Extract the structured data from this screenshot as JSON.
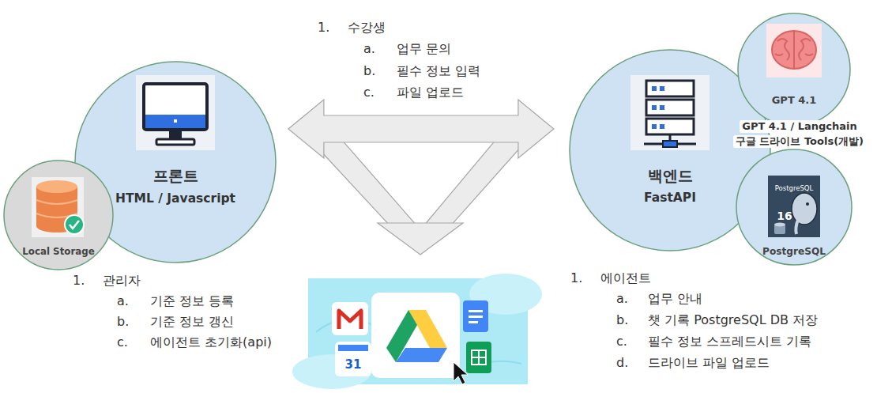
{
  "diagram": {
    "nodes": [
      {
        "text": [
          "프론트",
          "HTML / Javascript"
        ]
      },
      {
        "text": [
          "Local Storage"
        ]
      },
      {
        "text": [
          "백엔드",
          "FastAPI"
        ]
      },
      {
        "text": [
          "GPT 4.1"
        ]
      },
      {
        "text": [
          "PostgreSQL"
        ]
      }
    ],
    "edges": [
      {
        "from": 0,
        "to": 2,
        "arrow": "both"
      }
    ],
    "labels": [
      "1.",
      "수강생",
      "a.",
      "업무 문의",
      "b.",
      "필수 정보 입력",
      "c.",
      "파일 업로드",
      "GPT 4.1 / Langchain",
      "구글 드라이브 Tools(개발)",
      "1.",
      "관리자",
      "a.",
      "기준 정보 등록",
      "b.",
      "기준 정보 갱신",
      "c.",
      "에이전트 초기화(api)",
      "1.",
      "에이전트",
      "a.",
      "업무 안내",
      "b.",
      "챗 기록 PostgreSQL DB 저장",
      "c.",
      "필수 정보 스프레드시트 기록",
      "d.",
      "드라이브 파일 업로드",
      "31",
      "PostgreSQL",
      "16"
    ]
  }
}
